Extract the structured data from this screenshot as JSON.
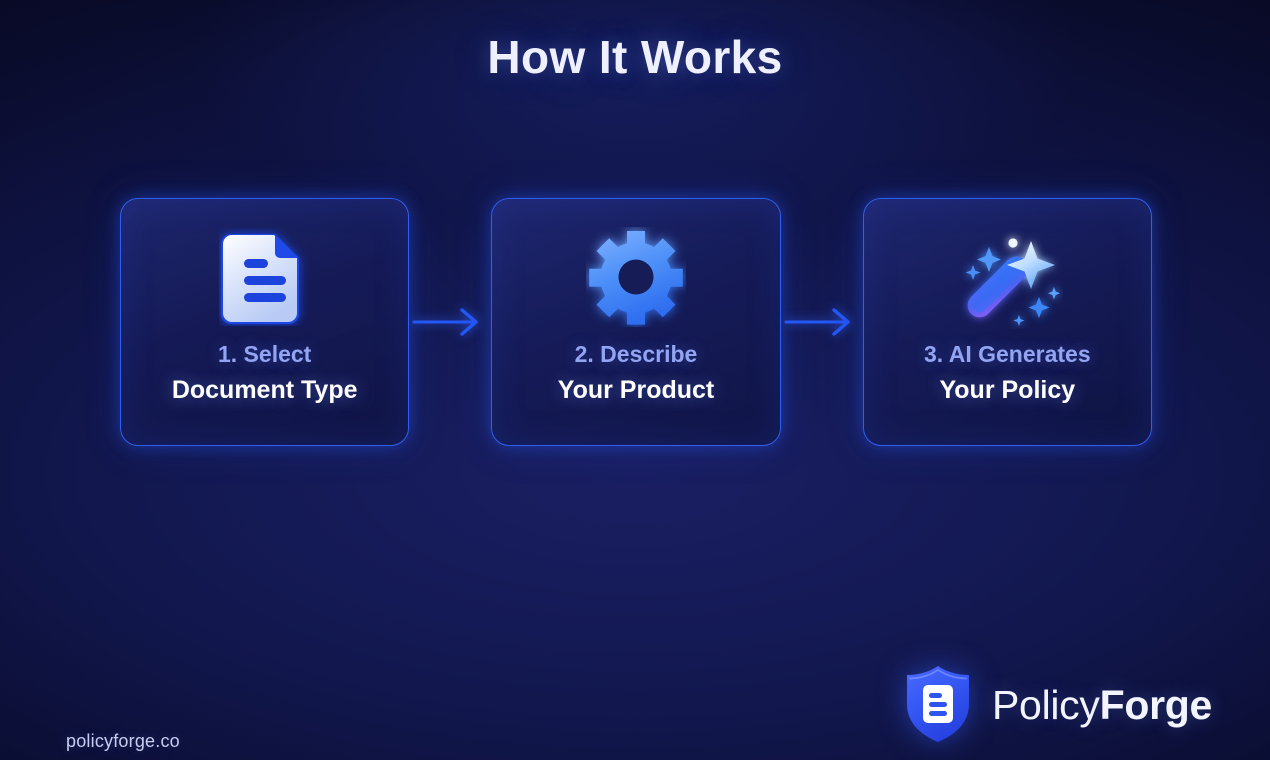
{
  "page": {
    "title": "How It Works",
    "background_color": "#0e1240",
    "accent_color": "#2f5ff0",
    "step_label_color": "#93a5f2",
    "title_color": "#eef0ff"
  },
  "steps": [
    {
      "icon": "document-icon",
      "label": "1. Select",
      "title": "Document Type"
    },
    {
      "icon": "gear-icon",
      "label": "2. Describe",
      "title": "Your Product"
    },
    {
      "icon": "magic-wand-icon",
      "label": "3. AI Generates",
      "title": "Your Policy"
    }
  ],
  "connectors": [
    {
      "icon": "arrow-right-icon"
    },
    {
      "icon": "arrow-right-icon"
    }
  ],
  "footer": {
    "site_url": "policyforge.co",
    "brand": {
      "mark_icon": "shield-document-logo",
      "name_part_1": "Policy",
      "name_part_2": "Forge"
    }
  }
}
